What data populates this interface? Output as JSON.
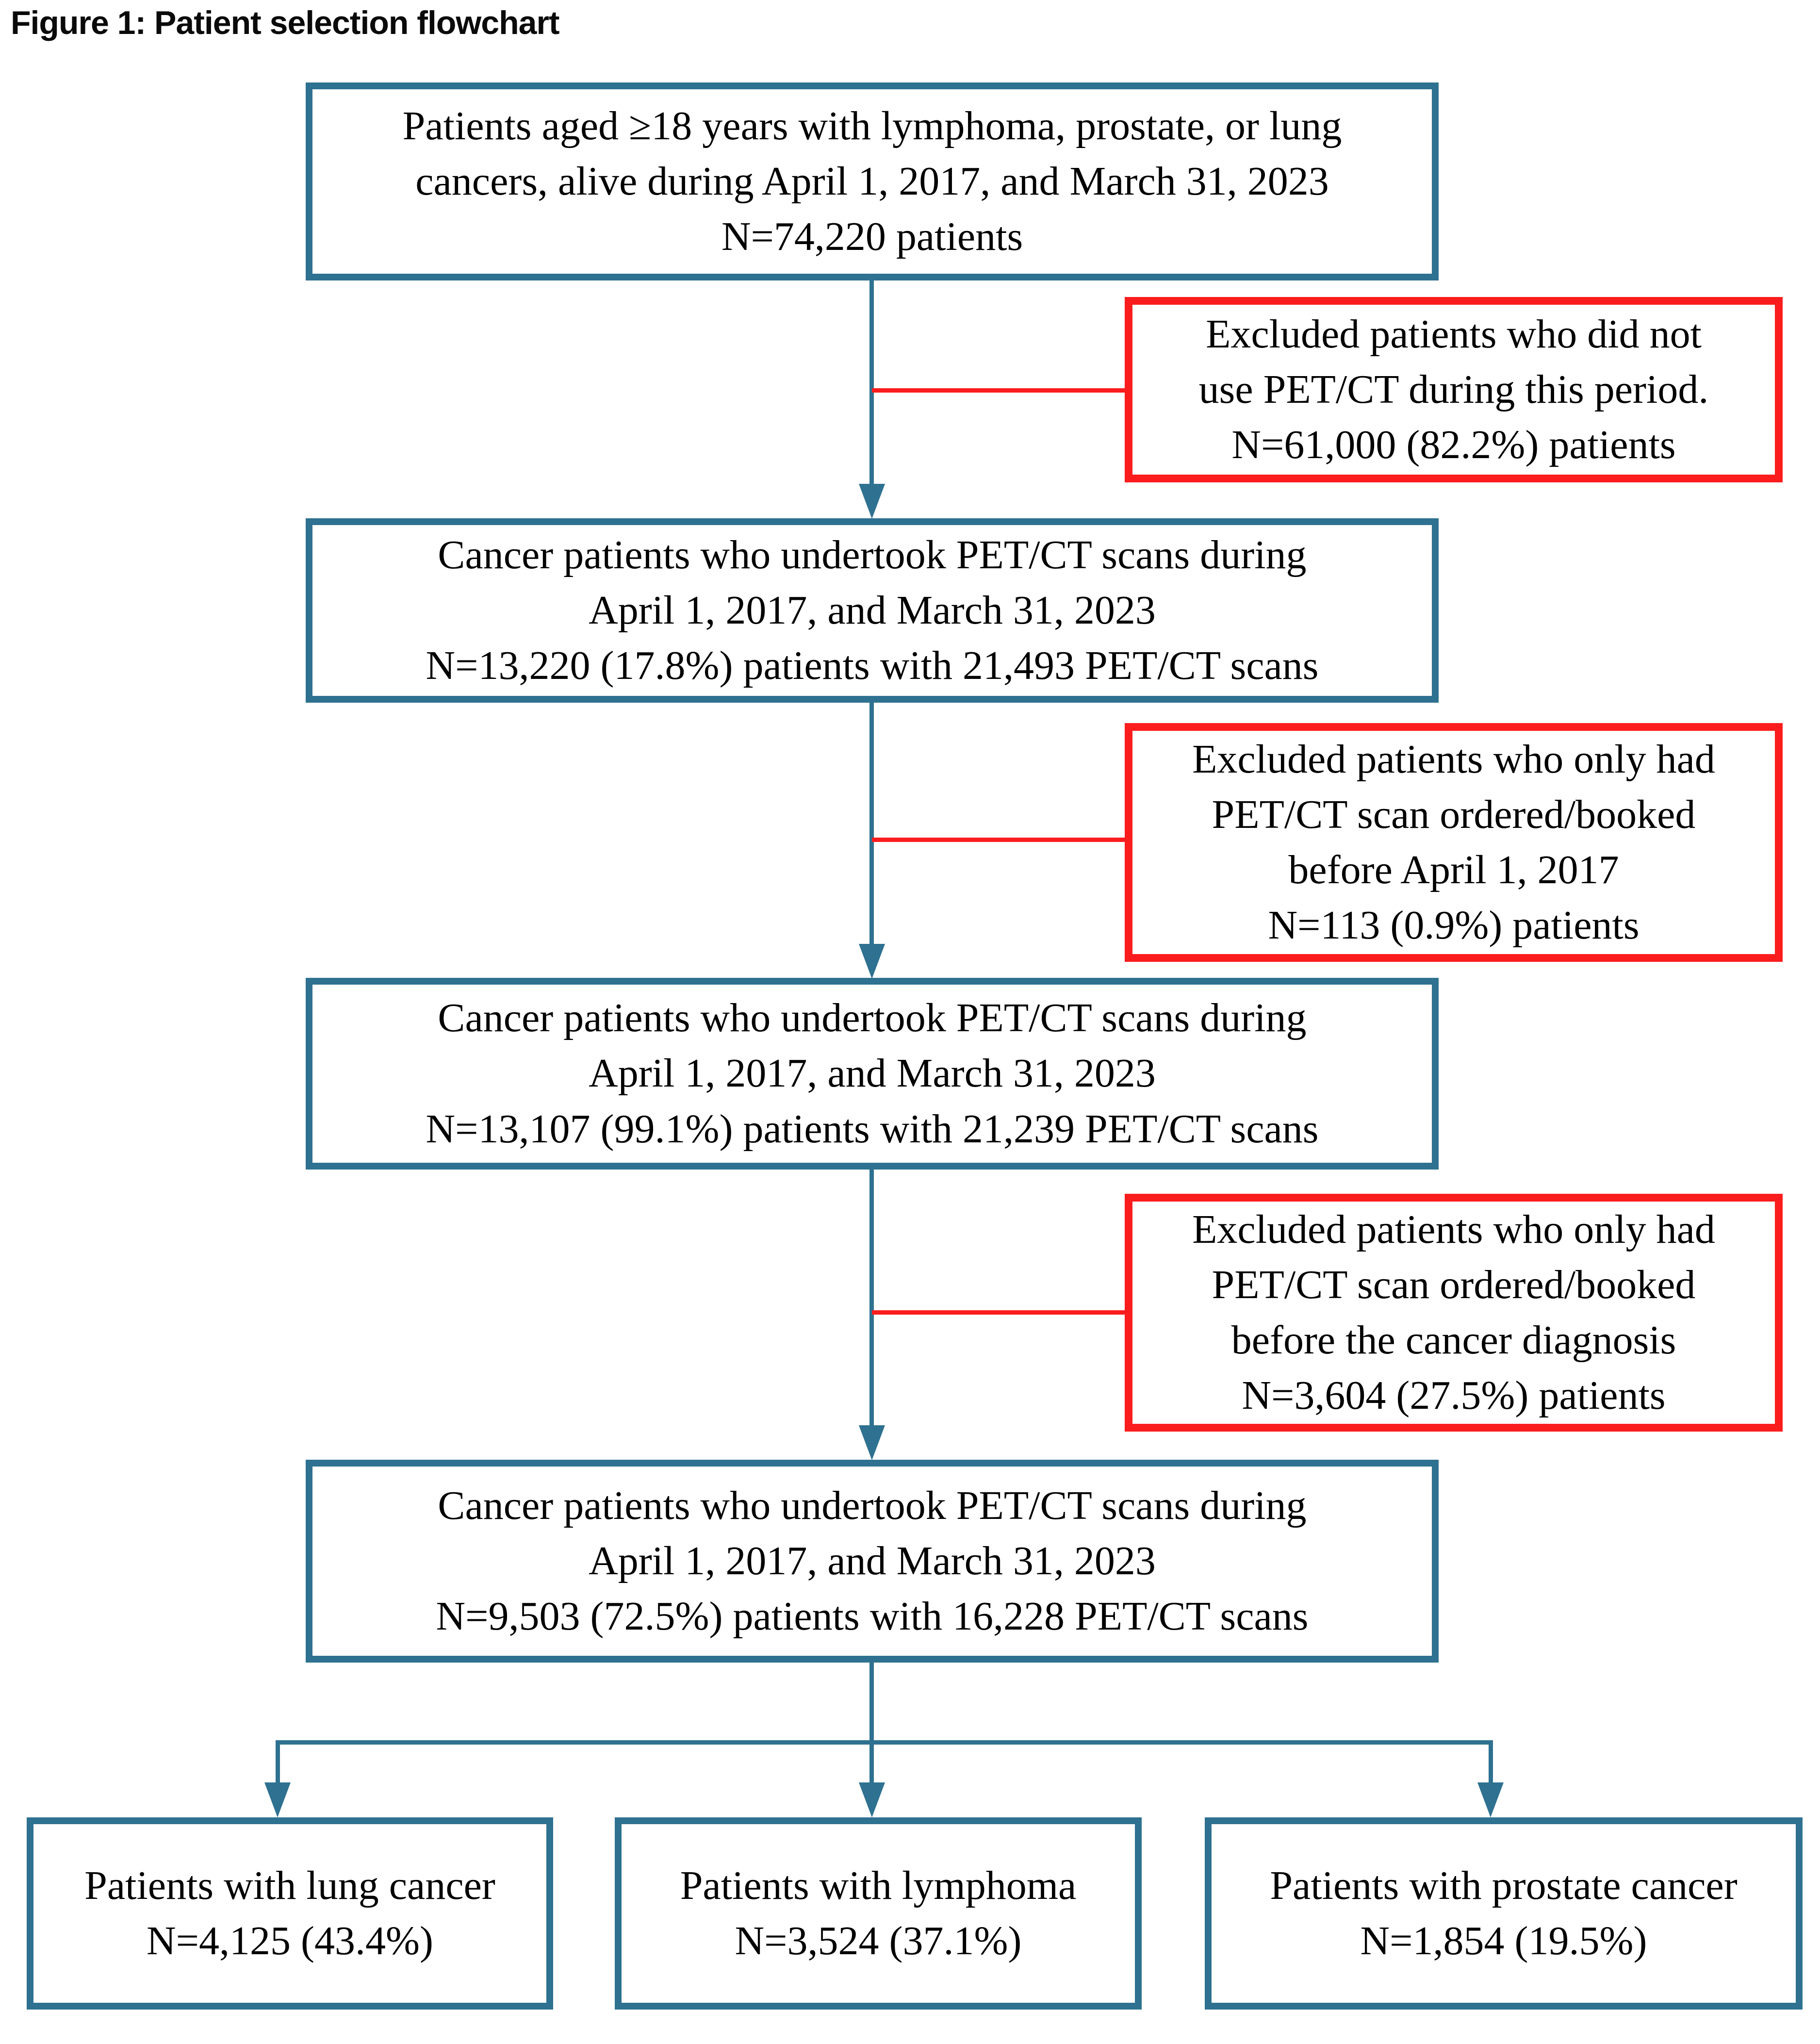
{
  "figure": {
    "title": "Figure 1: Patient selection flowchart"
  },
  "colors": {
    "cohort_box_border": "#2e7191",
    "exclusion_box_border": "#fb1d1d",
    "connector_blue": "#2e7191",
    "connector_red": "#fb1d1d"
  },
  "boxes": {
    "cohort1": {
      "line1": "Patients aged ≥18 years with lymphoma, prostate, or lung",
      "line2": "cancers, alive during April 1, 2017, and March 31, 2023",
      "line3": "N=74,220 patients"
    },
    "excluded1": {
      "line1": "Excluded patients who did not",
      "line2": "use PET/CT during this period.",
      "line3": "N=61,000 (82.2%) patients"
    },
    "cohort2": {
      "line1": "Cancer patients who undertook PET/CT scans during",
      "line2": "April 1, 2017, and March 31, 2023",
      "line3": "N=13,220 (17.8%) patients with 21,493 PET/CT scans"
    },
    "excluded2": {
      "line1": "Excluded patients who only had",
      "line2": "PET/CT scan ordered/booked",
      "line3": "before April 1, 2017",
      "line4": "N=113 (0.9%) patients"
    },
    "cohort3": {
      "line1": "Cancer patients who undertook PET/CT scans during",
      "line2": "April 1, 2017, and March 31, 2023",
      "line3": "N=13,107 (99.1%) patients with 21,239 PET/CT scans"
    },
    "excluded3": {
      "line1": "Excluded patients who only had",
      "line2": "PET/CT scan ordered/booked",
      "line3": "before the cancer diagnosis",
      "line4": "N=3,604 (27.5%) patients"
    },
    "cohort4": {
      "line1": "Cancer patients who undertook PET/CT scans during",
      "line2": "April 1, 2017, and March 31, 2023",
      "line3": "N=9,503 (72.5%) patients with 16,228 PET/CT scans"
    },
    "lung": {
      "line1": "Patients with lung cancer",
      "line2": "N=4,125 (43.4%)"
    },
    "lymphoma": {
      "line1": "Patients with lymphoma",
      "line2": "N=3,524 (37.1%)"
    },
    "prostate": {
      "line1": "Patients with prostate cancer",
      "line2": "N=1,854 (19.5%)"
    }
  }
}
